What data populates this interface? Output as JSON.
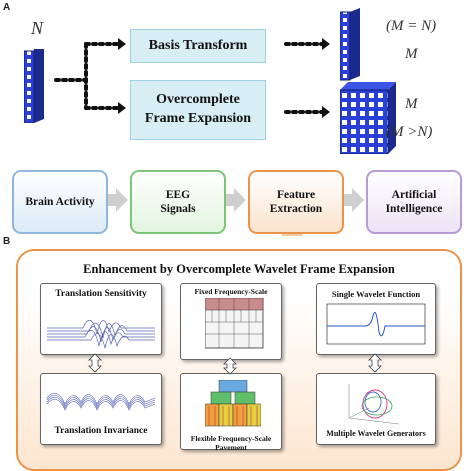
{
  "panel_a": {
    "label": "A",
    "input_dim": "N",
    "basis_transform": "Basis Transform",
    "frame_expansion_line1": "Overcomplete",
    "frame_expansion_line2": "Frame Expansion",
    "eq_top": "(M = N)",
    "m_top": "M",
    "m_bottom": "M",
    "eq_bottom": "(M >N)"
  },
  "flow": {
    "steps": [
      "Brain Activity",
      "EEG",
      "Signals",
      "Feature",
      "Extraction",
      "Artificial",
      "Intelligence"
    ]
  },
  "panel_b": {
    "label": "B",
    "title": "Enhancement by Overcomplete Wavelet Frame Expansion",
    "tiles": {
      "translation_sensitivity": "Translation Sensitivity",
      "fixed_pavement": "Fixed Frequency-Scale Pavement",
      "single_wavelet": "Single Wavelet Function",
      "translation_invariance": "Translation Invariance",
      "flexible_pavement": "Flexible Frequency-Scale Pavement",
      "multiple_generators": "Multiple Wavelet Generators"
    }
  },
  "colors": {
    "vector_blue": "#2a3fd8",
    "teal_box": "#d7eef5",
    "orange_border": "#e8944a",
    "green_border": "#7cc576",
    "purple_border": "#b89ad6"
  }
}
